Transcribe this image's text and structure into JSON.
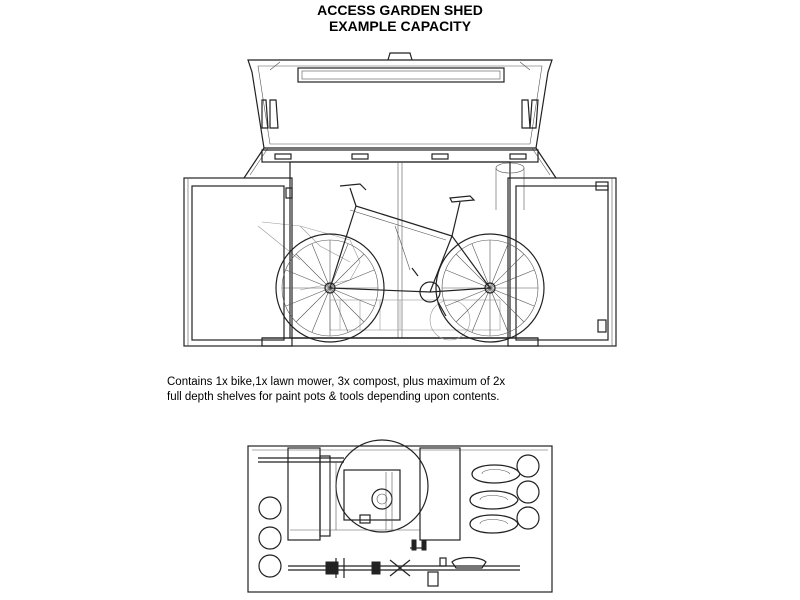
{
  "title": {
    "line1": "ACCESS GARDEN SHED",
    "line2": "EXAMPLE CAPACITY"
  },
  "caption": {
    "line1": "Contains 1x bike,1x lawn mower, 3x compost, plus maximum of 2x",
    "line2": "full depth shelves for paint pots & tools depending upon contents."
  }
}
